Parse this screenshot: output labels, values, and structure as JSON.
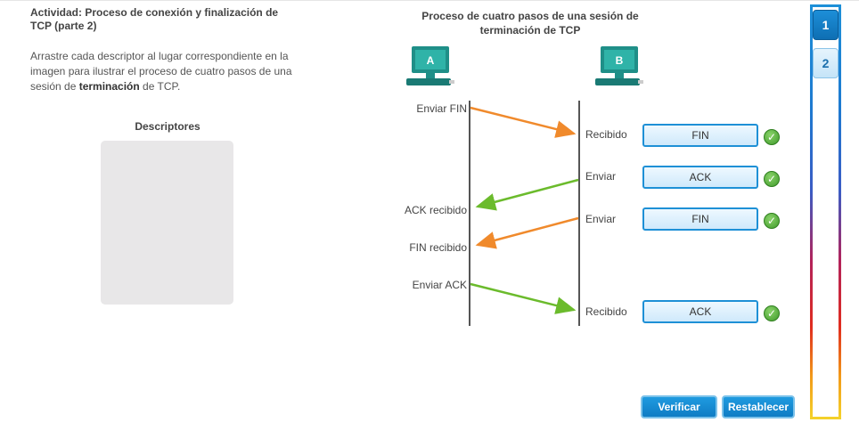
{
  "activity": {
    "title": "Actividad: Proceso de conexión y finalización de TCP (parte 2)",
    "instructions_pre": "Arrastre cada descriptor al lugar correspondiente en la imagen para ilustrar el proceso de cuatro pasos de una sesión de ",
    "instructions_bold": "terminación",
    "instructions_post": " de TCP."
  },
  "descriptors": {
    "label": "Descriptores"
  },
  "diagram": {
    "title": "Proceso de cuatro pasos de una sesión de terminación de TCP",
    "host_a": "A",
    "host_b": "B",
    "left_labels": [
      "Enviar FIN",
      "ACK recibido",
      "FIN recibido",
      "Enviar ACK"
    ],
    "right_labels": [
      "Recibido",
      "Enviar",
      "Enviar",
      "Recibido"
    ],
    "slots": [
      "FIN",
      "ACK",
      "FIN",
      "ACK"
    ],
    "arrow_colors": {
      "orange": "#f08a2c",
      "green": "#6bbb2c"
    }
  },
  "buttons": {
    "verify": "Verificar",
    "reset": "Restablecer"
  },
  "pager": {
    "pages": [
      "1",
      "2"
    ],
    "current": "1"
  }
}
